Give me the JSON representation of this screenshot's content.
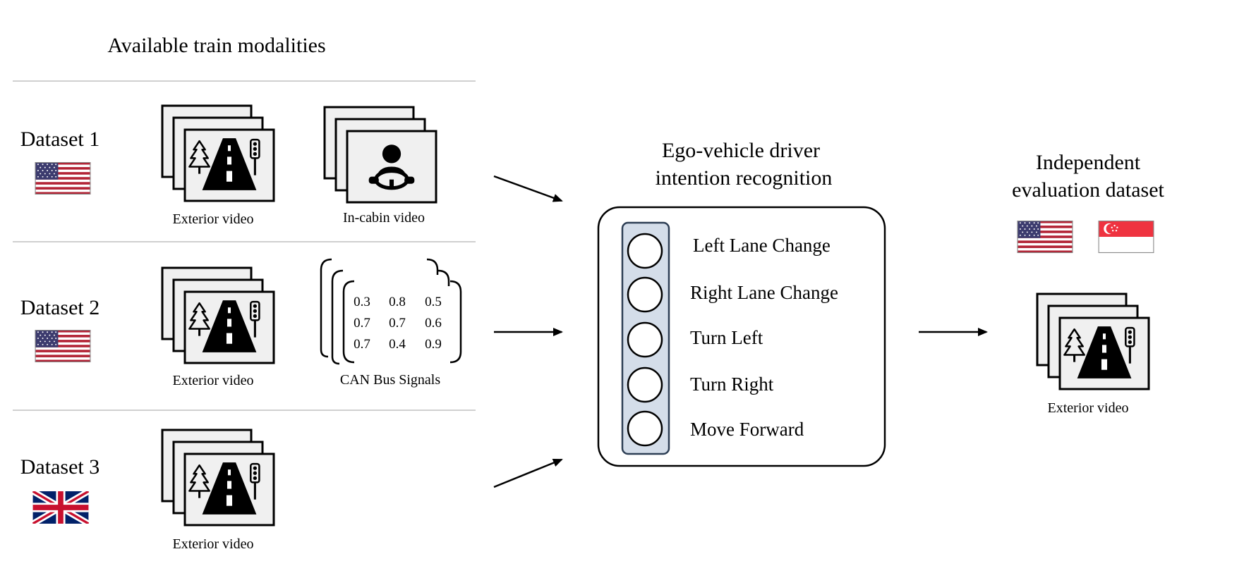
{
  "train_panel": {
    "title": "Available train modalities",
    "datasets": [
      {
        "label": "Dataset 1",
        "flag": "usa-flag",
        "modalities": [
          {
            "caption": "Exterior video",
            "icon": "road-scene-icon"
          },
          {
            "caption": "In-cabin video",
            "icon": "driver-icon"
          }
        ]
      },
      {
        "label": "Dataset 2",
        "flag": "usa-flag",
        "modalities": [
          {
            "caption": "Exterior video",
            "icon": "road-scene-icon"
          },
          {
            "caption": "CAN Bus Signals",
            "icon": "signal-table-icon",
            "values": [
              [
                "0.3",
                "0.8",
                "0.5"
              ],
              [
                "0.7",
                "0.7",
                "0.6"
              ],
              [
                "0.7",
                "0.4",
                "0.9"
              ]
            ]
          }
        ]
      },
      {
        "label": "Dataset 3",
        "flag": "uk-flag",
        "modalities": [
          {
            "caption": "Exterior video",
            "icon": "road-scene-icon"
          }
        ]
      }
    ]
  },
  "model": {
    "title_line1": "Ego-vehicle driver",
    "title_line2": "intention recognition",
    "classes": [
      "Left Lane Change",
      "Right Lane Change",
      "Turn Left",
      "Turn Right",
      "Move Forward"
    ]
  },
  "evaluation": {
    "title_line1": "Independent",
    "title_line2": "evaluation dataset",
    "flags": [
      "usa-flag",
      "singapore-flag"
    ],
    "caption": "Exterior video"
  },
  "colors": {
    "ink": "#000000",
    "frame_fill": "#f0f0f0",
    "divider": "#d0d0d0",
    "neuron_column": "#d4dde9",
    "neuron_border": "#2e3f55",
    "us_red": "#b22234",
    "us_blue": "#3c3b6e",
    "uk_blue": "#012169",
    "uk_red": "#c8102e",
    "sg_red": "#ef3340"
  }
}
